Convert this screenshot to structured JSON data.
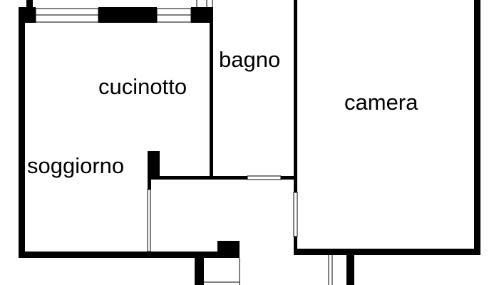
{
  "rooms": {
    "bagno": "bagno",
    "cucinotto": "cucinotto",
    "camera": "camera",
    "soggiorno": "soggiorno"
  },
  "colors": {
    "wall": "#000000",
    "background": "#ffffff"
  }
}
